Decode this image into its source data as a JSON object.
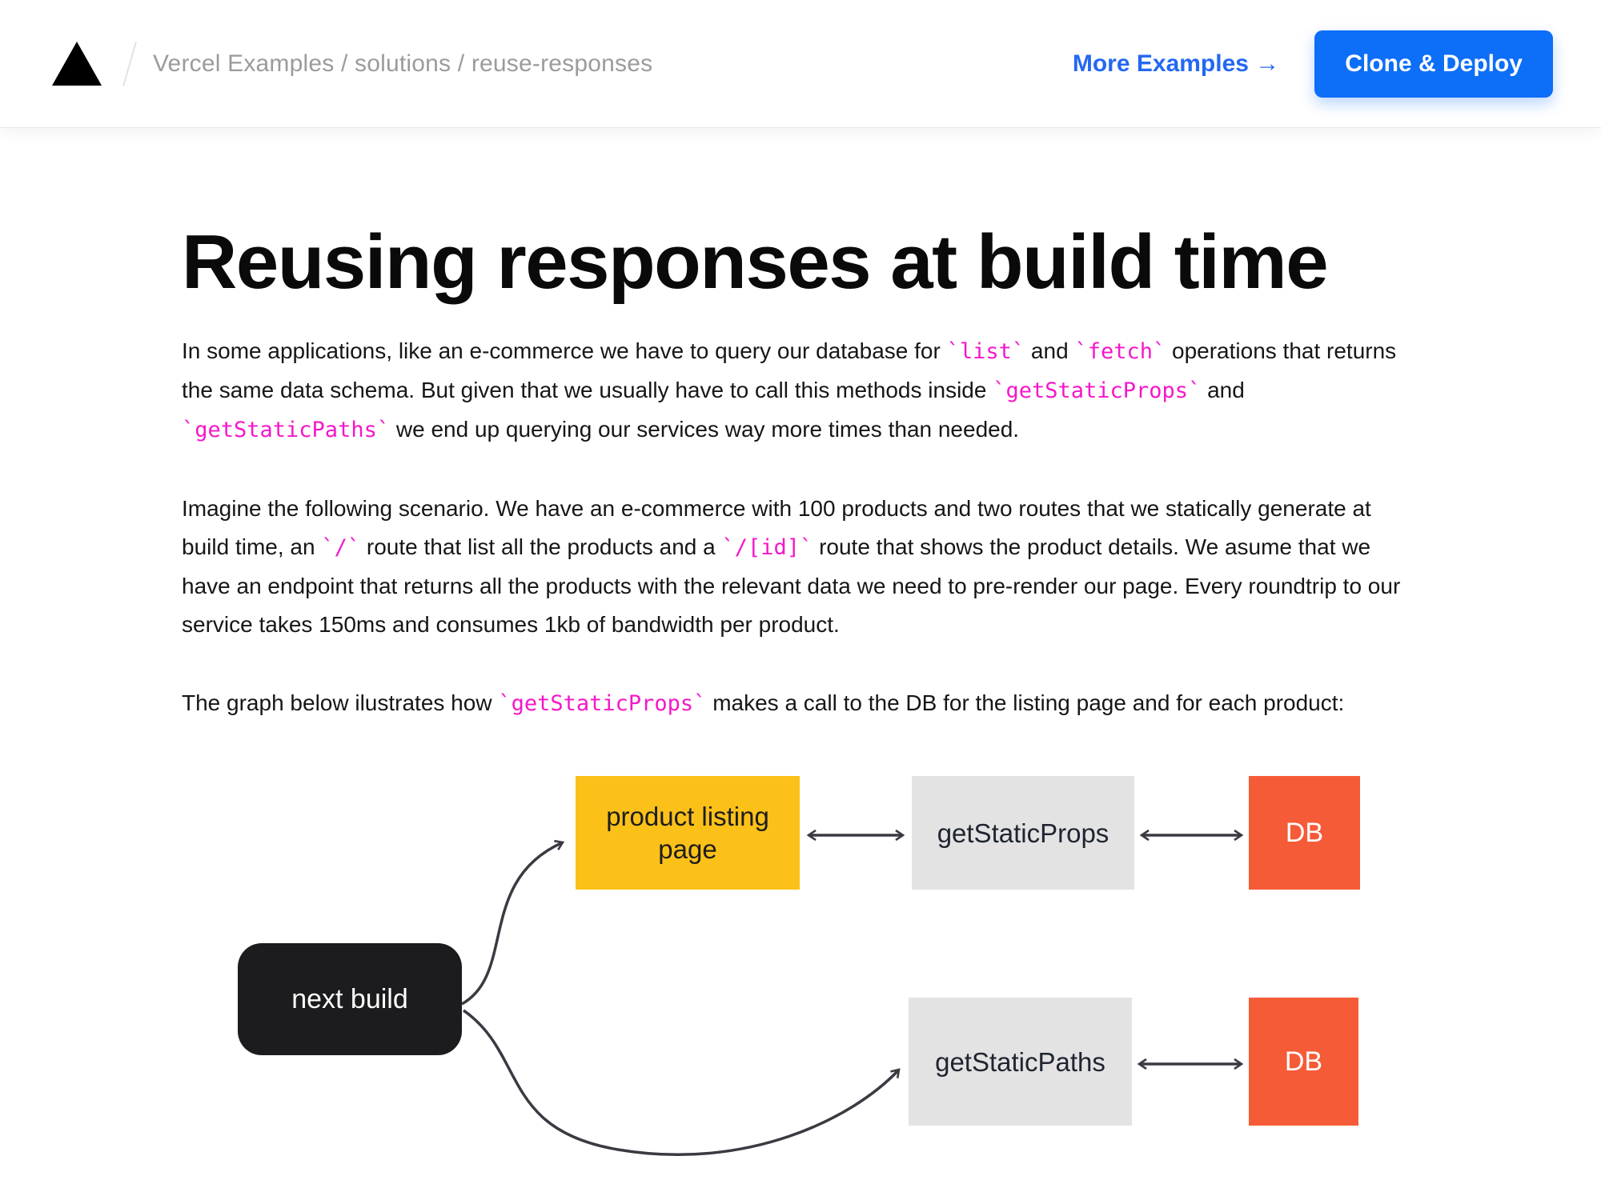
{
  "header": {
    "breadcrumb": "Vercel Examples / solutions / reuse-responses",
    "more_examples_label": "More Examples →",
    "clone_deploy_label": "Clone & Deploy",
    "logo_icon": "vercel-triangle"
  },
  "article": {
    "title": "Reusing responses at build time",
    "paragraphs": [
      [
        {
          "t": "text",
          "v": "In some applications, like an e-commerce we have to query our database for "
        },
        {
          "t": "code",
          "v": "`list`"
        },
        {
          "t": "text",
          "v": " and "
        },
        {
          "t": "code",
          "v": "`fetch`"
        },
        {
          "t": "text",
          "v": " operations that returns the same data schema. But given that we usually have to call this methods inside "
        },
        {
          "t": "code",
          "v": "`getStaticProps`"
        },
        {
          "t": "text",
          "v": " and "
        },
        {
          "t": "code",
          "v": "`getStaticPaths`"
        },
        {
          "t": "text",
          "v": " we end up querying our services way more times than needed."
        }
      ],
      [
        {
          "t": "text",
          "v": "Imagine the following scenario. We have an e-commerce with 100 products and two routes that we statically generate at build time, an "
        },
        {
          "t": "code",
          "v": "`/`"
        },
        {
          "t": "text",
          "v": " route that list all the products and a "
        },
        {
          "t": "code",
          "v": "`/[id]`"
        },
        {
          "t": "text",
          "v": " route that shows the product details. We asume that we have an endpoint that returns all the products with the relevant data we need to pre-render our page. Every roundtrip to our service takes 150ms and consumes 1kb of bandwidth per product."
        }
      ],
      [
        {
          "t": "text",
          "v": "The graph below ilustrates how "
        },
        {
          "t": "code",
          "v": "`getStaticProps`"
        },
        {
          "t": "text",
          "v": " makes a call to the DB for the listing page and for each product:"
        }
      ]
    ]
  },
  "diagram": {
    "nodes": {
      "next_build": "next build",
      "product_listing": "product listing page",
      "get_static_props": "getStaticProps",
      "db_top": "DB",
      "get_static_paths": "getStaticPaths",
      "db_bottom": "DB"
    }
  },
  "colors": {
    "brand_blue": "#0d6ef7",
    "link_blue": "#2468f2",
    "code_pink": "#f517c9",
    "node_yellow": "#fcc119",
    "node_gray": "#e3e3e3",
    "node_orange": "#f65b38",
    "node_black": "#1c1c1e",
    "arrow_gray": "#3a3a42",
    "text_dark": "#161616",
    "breadcrumb_gray": "#9b9b9b"
  }
}
